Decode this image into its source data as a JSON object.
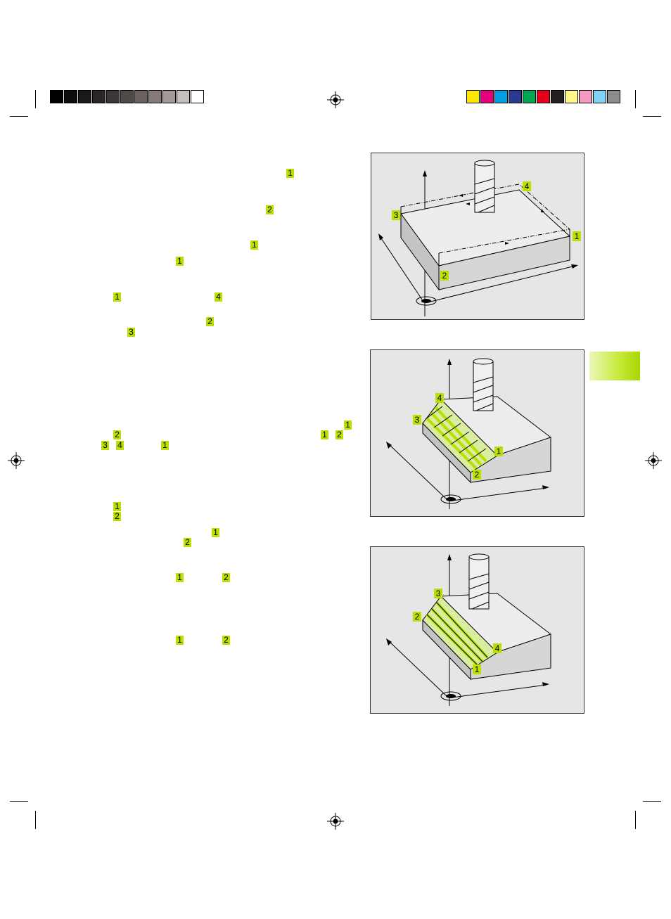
{
  "print_marks": {
    "grayscale_bar": [
      "#000000",
      "#0d0d0d",
      "#1a1a1a",
      "#2b2626",
      "#3d3636",
      "#514848",
      "#6b6161",
      "#857b7b",
      "#a39999",
      "#c7bebe",
      "#ffffff"
    ],
    "color_bar": [
      "#ffe600",
      "#e6007e",
      "#009fe3",
      "#2b3990",
      "#00a651",
      "#e2001a",
      "#231f20",
      "#fff685",
      "#f49ac2",
      "#7fd3f7",
      "#8c8c8c"
    ]
  },
  "text_markers": [
    {
      "label": "1"
    },
    {
      "label": "2"
    },
    {
      "label": "1"
    },
    {
      "label": "1"
    },
    {
      "label": "1"
    },
    {
      "label": "4"
    },
    {
      "label": "2"
    },
    {
      "label": "3"
    },
    {
      "label": "1"
    },
    {
      "label": "2"
    },
    {
      "label": "1"
    },
    {
      "label": "2"
    },
    {
      "label": "3"
    },
    {
      "label": "4"
    },
    {
      "label": "1"
    },
    {
      "label": "1"
    },
    {
      "label": "2"
    },
    {
      "label": "1"
    },
    {
      "label": "2"
    },
    {
      "label": "1"
    },
    {
      "label": "2"
    },
    {
      "label": "1"
    },
    {
      "label": "2"
    }
  ],
  "figures": [
    {
      "labels": [
        "4",
        "3",
        "1",
        "2"
      ]
    },
    {
      "labels": [
        "4",
        "3",
        "1",
        "2"
      ]
    },
    {
      "labels": [
        "3",
        "2",
        "4",
        "1"
      ]
    }
  ],
  "colors": {
    "marker_green": "#b9e000",
    "figure_bg": "#e6e6e6",
    "block_top": "#ededed",
    "block_front": "#d6d6d6",
    "block_side": "#c4c4c4"
  }
}
